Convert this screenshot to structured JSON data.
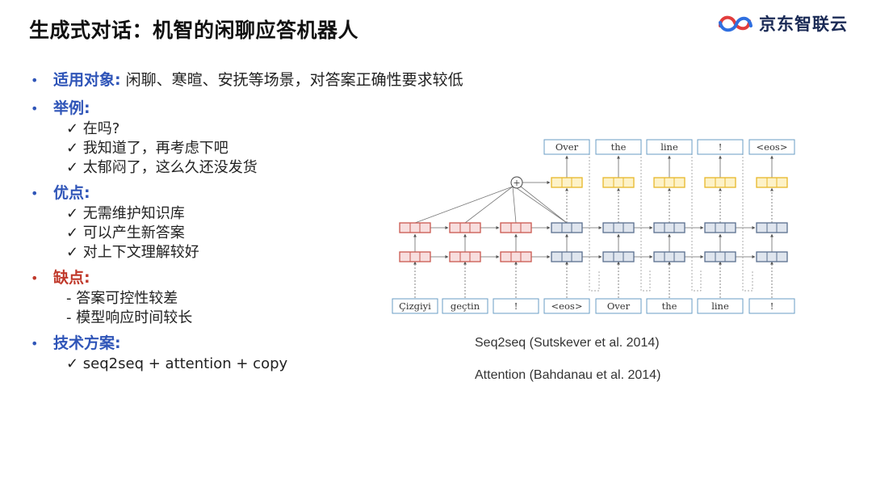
{
  "title": "生成式对话：机智的闲聊应答机器人",
  "logo_text": "京东智联云",
  "sections": [
    {
      "label": "适用对象:",
      "desc": "闲聊、寒暄、安抚等场景，对答案正确性要求较低",
      "items": []
    },
    {
      "label": "举例:",
      "desc": "",
      "items": [
        "✓  在吗?",
        "✓  我知道了，再考虑下吧",
        "✓  太郁闷了，这么久还没发货"
      ]
    },
    {
      "label": "优点:",
      "desc": "",
      "items": [
        "✓  无需维护知识库",
        "✓  可以产生新答案",
        "✓  对上下文理解较好"
      ]
    },
    {
      "label": "缺点:",
      "desc": "",
      "items": [
        "- 答案可控性较差",
        "- 模型响应时间较长"
      ]
    },
    {
      "label": "技术方案:",
      "desc": "",
      "items": [
        "✓  seq2seq + attention + copy"
      ]
    }
  ],
  "diagram": {
    "inputs": [
      "Çizgiyi",
      "geçtin",
      "!",
      "<eos>",
      "Over",
      "the",
      "line",
      "!"
    ],
    "outputs": [
      "Over",
      "the",
      "line",
      "!",
      "<eos>"
    ],
    "attention_symbol": "+"
  },
  "captions": [
    "Seq2seq (Sutskever et al. 2014)",
    "Attention (Bahdanau et al. 2014)"
  ],
  "colors": {
    "accent_blue": "#2f55b8",
    "accent_red": "#c0392b",
    "encoder_red": "#c9574f",
    "decoder_gray": "#5a6f8e",
    "output_yellow": "#e7b729",
    "token_border": "#6a9ec4"
  }
}
